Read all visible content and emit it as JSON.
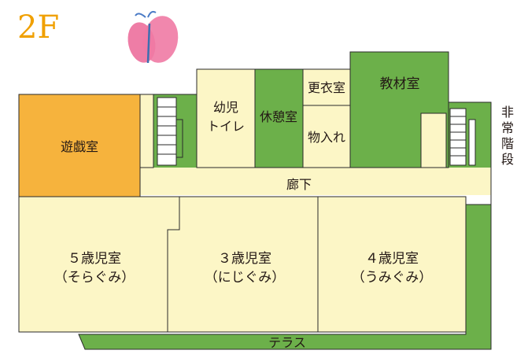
{
  "floor_label": "2F",
  "colors": {
    "room": "#fcf6c6",
    "playroom": "#f6b33d",
    "green": "#6cb04a",
    "outline": "#2a2a2a",
    "floor_label": "#f0a000",
    "butterfly": "#ec6f9c"
  },
  "icons": [
    "butterfly-icon",
    "stairs-icon"
  ],
  "rooms": {
    "playroom": "遊戯室",
    "toilet_line1": "幼児",
    "toilet_line2": "トイレ",
    "rest_room": "休憩室",
    "changing_room": "更衣室",
    "storage": "物入れ",
    "materials_room": "教材室",
    "emergency_stairs": [
      "非",
      "常",
      "階",
      "段"
    ],
    "corridor": "廊下",
    "room5": {
      "name": "５歳児室",
      "group": "（そらぐみ）"
    },
    "room3": {
      "name": "３歳児室",
      "group": "（にじぐみ）"
    },
    "room4": {
      "name": "４歳児室",
      "group": "（うみぐみ）"
    },
    "terrace": "テラス"
  }
}
